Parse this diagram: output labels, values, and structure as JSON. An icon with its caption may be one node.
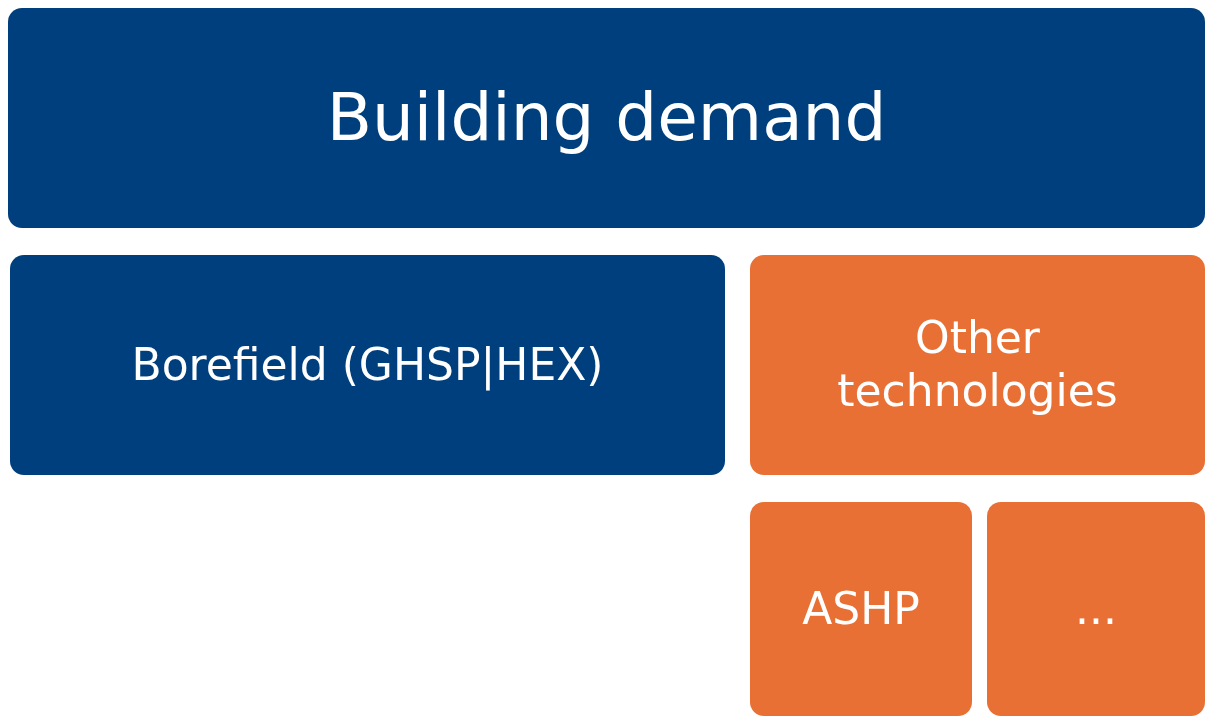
{
  "diagram": {
    "nodes": [
      {
        "text": [
          "Building demand"
        ]
      },
      {
        "text": [
          "Borefield (GHSP|HEX)"
        ]
      },
      {
        "text": [
          "Other technologies"
        ]
      },
      {
        "text": [
          "ASHP"
        ]
      },
      {
        "text": [
          "..."
        ]
      }
    ]
  }
}
